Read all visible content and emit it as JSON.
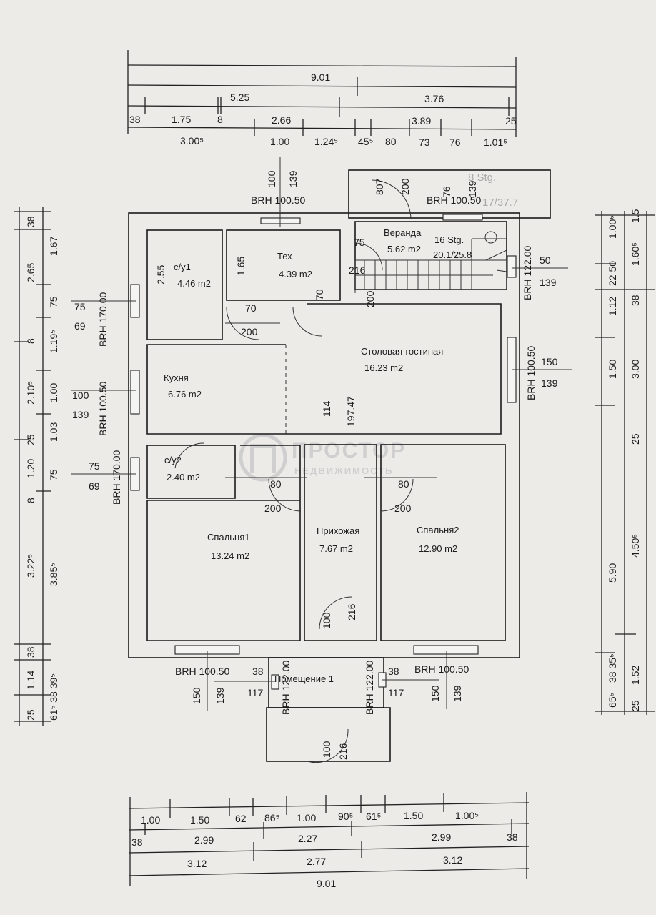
{
  "plan": {
    "top_dims": {
      "total": "9.01",
      "a": "5.25",
      "b": "3.76",
      "r3": [
        "38",
        "1.75",
        "8",
        "2.66",
        "3.89",
        "25"
      ],
      "r4": [
        "3.00⁵",
        "1.00",
        "1.24⁵",
        "45⁵",
        "80",
        "73",
        "76",
        "1.01⁵"
      ]
    },
    "bottom_dims": {
      "r1": [
        "1.00",
        "1.50",
        "62",
        "86⁵",
        "1.00",
        "90⁵",
        "61⁵",
        "1.50",
        "1.00⁵"
      ],
      "r2": [
        "38",
        "2.99",
        "2.27",
        "2.99",
        "38"
      ],
      "r3": [
        "3.12",
        "2.77",
        "3.12"
      ],
      "total": "9.01"
    },
    "left_dims": {
      "outer": [
        "38",
        "2.65",
        "8",
        "2.10⁵",
        "25",
        "1.20",
        "8",
        "3.22⁵",
        "38",
        "1.14",
        "25"
      ],
      "inner": [
        "1.67",
        "75",
        "1.19⁵",
        "1.00",
        "1.03",
        "75",
        "3.85⁵",
        "61⁵ 38 39⁵"
      ]
    },
    "right_dims": {
      "c1": [
        "1.00⁵",
        "22 50",
        "1.12",
        "1.50",
        "5.90",
        "38 35⁵",
        "65⁵"
      ],
      "c2": [
        "1.5",
        "1.60⁵",
        "38",
        "3.00",
        "25",
        "4.50⁵",
        "1.52",
        "25"
      ]
    },
    "rooms": [
      {
        "name": "с/у1",
        "area": "4.46  m2",
        "dim": "2.55"
      },
      {
        "name": "Тех",
        "area": "4.39  m2",
        "dim": "1.65"
      },
      {
        "name": "Веранда",
        "area": "5.62  m2"
      },
      {
        "name": "Столовая-гостиная",
        "area": "16.23  m2"
      },
      {
        "name": "Кухня",
        "area": "6.76  m2"
      },
      {
        "name": "с/у2",
        "area": "2.40  m2"
      },
      {
        "name": "Спальня1",
        "area": "13.24  m2"
      },
      {
        "name": "Прихожая",
        "area": "7.67  m2"
      },
      {
        "name": "Спальня2",
        "area": "12.90  m2"
      },
      {
        "name": "Помещение 1"
      }
    ],
    "stairs": {
      "steps": "16 Stg.",
      "ratio": "20.1/25.8",
      "ghost_steps": "8 Stg.",
      "ghost_ratio": "17/37.7"
    },
    "openings": {
      "brh_100_50": "BRH 100.50",
      "brh_170_00": "BRH 170.00",
      "brh_122_00": "BRH 122.00",
      "v100": "100",
      "v139": "139",
      "v75": "75",
      "v69": "69",
      "v150": "150",
      "v50": "50",
      "v38": "38",
      "v117": "117",
      "v200": "200",
      "v80": "80",
      "v70": "70",
      "v76": "76",
      "v216": "216",
      "v114": "114",
      "v19747": "197.47",
      "v807": "807"
    },
    "watermark": {
      "title": "ПРОСТОР",
      "subtitle": "НЕДВИЖИМОСТЬ"
    }
  }
}
